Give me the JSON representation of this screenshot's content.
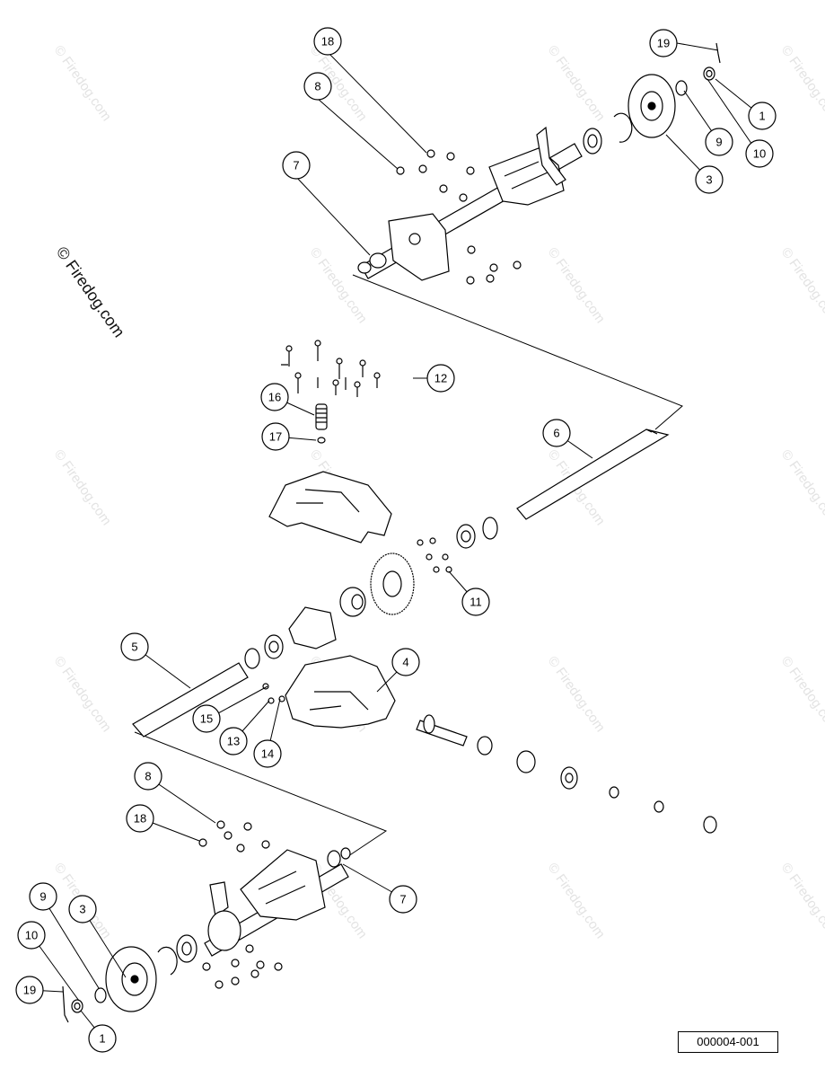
{
  "watermark": {
    "main": "© Firedog.com",
    "repeat": "© Firedog.com"
  },
  "document_id": "000004-001",
  "callouts": {
    "c1": "18",
    "c2": "8",
    "c3": "7",
    "c4": "19",
    "c5": "1",
    "c6": "9",
    "c7": "10",
    "c8": "3",
    "c9": "12",
    "c10": "16",
    "c11": "17",
    "c12": "6",
    "c13": "11",
    "c14": "5",
    "c15": "4",
    "c16": "15",
    "c17": "13",
    "c18": "14",
    "c19": "8",
    "c20": "18",
    "c21": "7",
    "c22": "9",
    "c23": "3",
    "c24": "10",
    "c25": "19",
    "c26": "1"
  }
}
